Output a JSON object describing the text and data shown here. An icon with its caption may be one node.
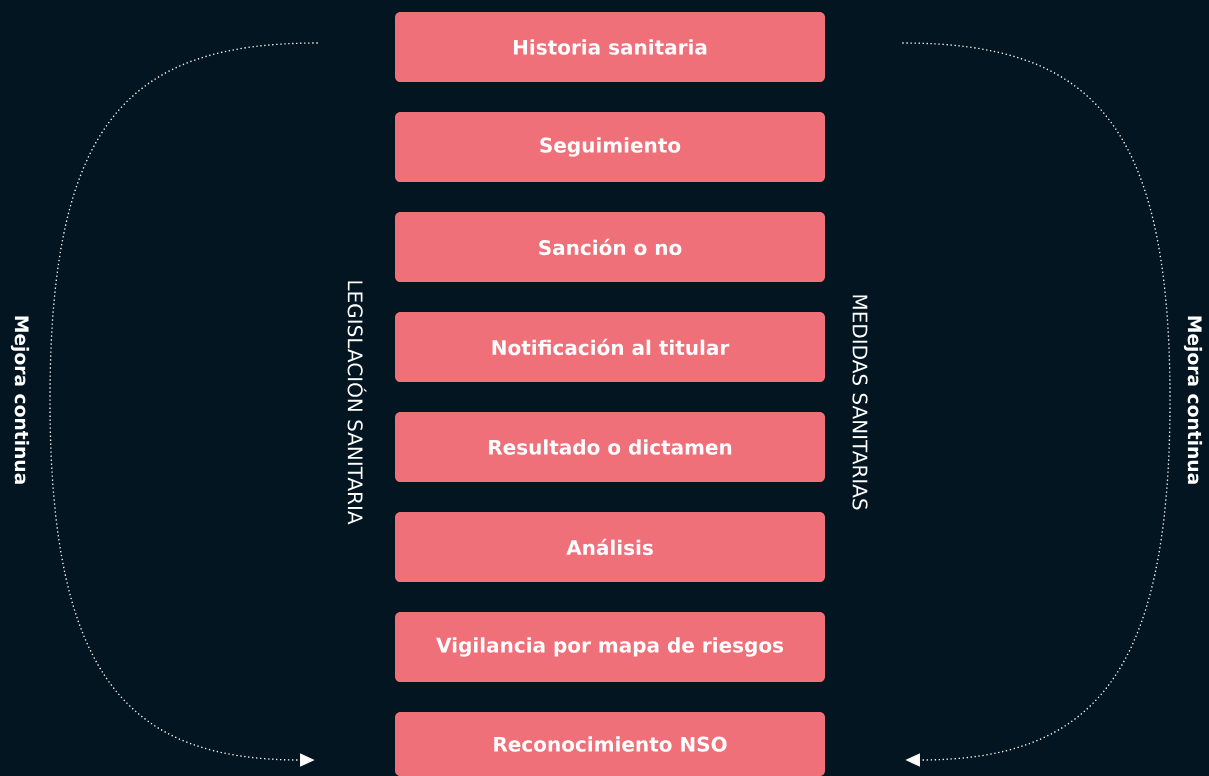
{
  "diagram": {
    "nodes": [
      {
        "text": [
          "Historia sanitaria"
        ]
      },
      {
        "text": [
          "Seguimiento"
        ]
      },
      {
        "text": [
          "Sanción o no"
        ]
      },
      {
        "text": [
          "Notificación al titular"
        ]
      },
      {
        "text": [
          "Resultado o dictamen"
        ]
      },
      {
        "text": [
          "Análisis"
        ]
      },
      {
        "text": [
          "Vigilancia por mapa de riesgos"
        ]
      },
      {
        "text": [
          "Reconocimiento NSO"
        ]
      }
    ],
    "edges": [
      {
        "from": 0,
        "to": 7,
        "arrow": "to",
        "style": "dashed",
        "label": "Mejora continua"
      },
      {
        "from": 0,
        "to": 7,
        "arrow": "to",
        "style": "dashed",
        "label": "Mejora continua"
      }
    ],
    "labels": [
      "LEGISLACIÓN SANITARIA",
      "MEDIDAS SANITARIAS"
    ]
  }
}
